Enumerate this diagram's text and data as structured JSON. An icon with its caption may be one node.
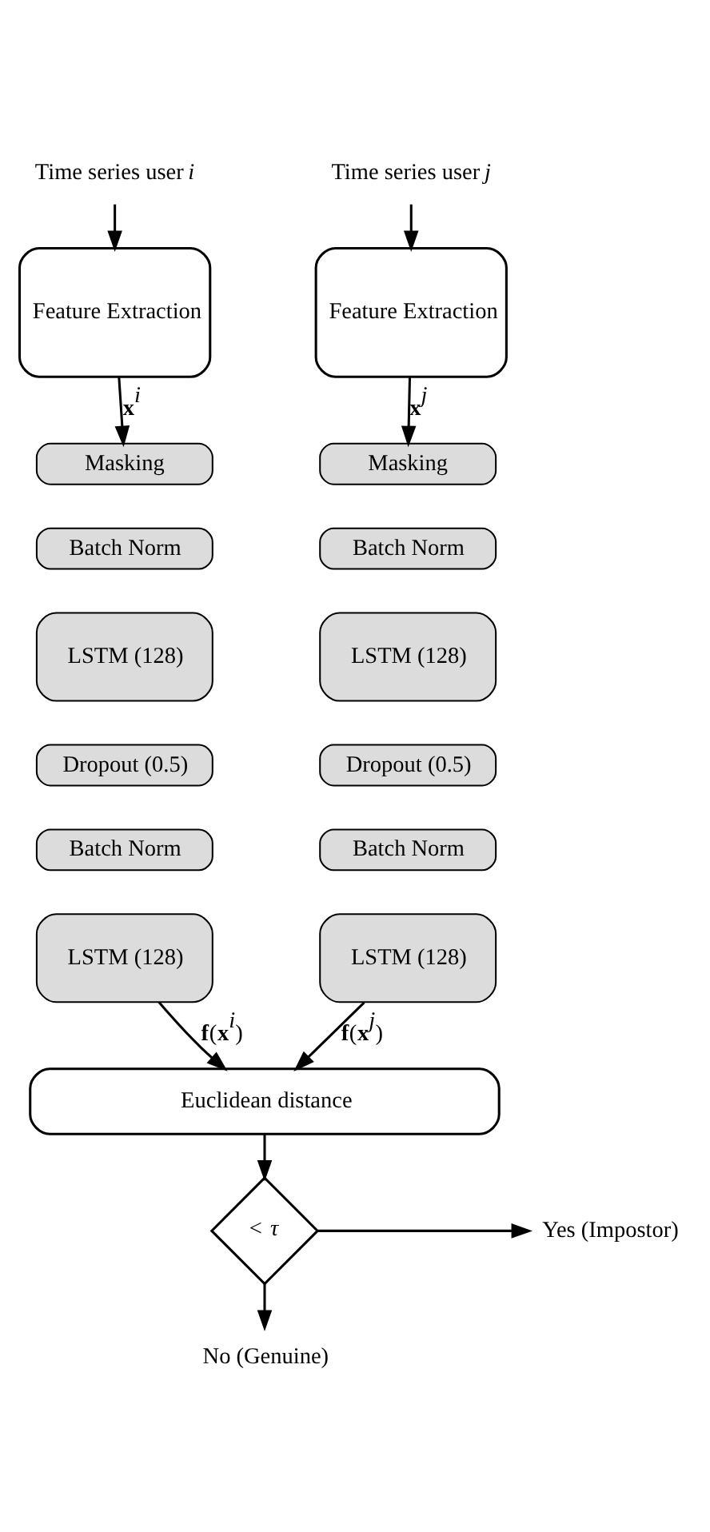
{
  "diagram": {
    "nodes": [
      {
        "text": [
          "Time series user *i*"
        ]
      },
      {
        "text": [
          "Time series user *j*"
        ]
      },
      {
        "text": [
          "Feature Extraction"
        ]
      },
      {
        "text": [
          "Feature Extraction"
        ]
      },
      {
        "text": [
          "Masking"
        ]
      },
      {
        "text": [
          "Masking"
        ]
      },
      {
        "text": [
          "Batch Norm"
        ]
      },
      {
        "text": [
          "Batch Norm"
        ]
      },
      {
        "text": [
          "LSTM (128)"
        ]
      },
      {
        "text": [
          "LSTM (128)"
        ]
      },
      {
        "text": [
          "Dropout (0.5)"
        ]
      },
      {
        "text": [
          "Dropout (0.5)"
        ]
      },
      {
        "text": [
          "Batch Norm"
        ]
      },
      {
        "text": [
          "Batch Norm"
        ]
      },
      {
        "text": [
          "LSTM (128)"
        ]
      },
      {
        "text": [
          "LSTM (128)"
        ]
      },
      {
        "text": [
          "Euclidean distance"
        ]
      },
      {
        "text": [
          "< *τ*"
        ]
      },
      {
        "text": [
          "Yes (Impostor)"
        ]
      },
      {
        "text": [
          "No (Genuine)"
        ]
      }
    ],
    "edges": [
      {
        "from": 0,
        "to": 2,
        "arrow": "to"
      },
      {
        "from": 1,
        "to": 3,
        "arrow": "to"
      },
      {
        "from": 2,
        "to": 4,
        "arrow": "to",
        "label": "**x**$^{i}$"
      },
      {
        "from": 3,
        "to": 5,
        "arrow": "to",
        "label": "**x**$^{j}$"
      },
      {
        "from": 14,
        "to": 16,
        "arrow": "to",
        "label": "**f**(**x**$^{i}$)"
      },
      {
        "from": 15,
        "to": 16,
        "arrow": "to",
        "label": "**f**(**x**$^{j}$)"
      },
      {
        "from": 16,
        "to": 17,
        "arrow": "to"
      },
      {
        "from": 17,
        "to": 18,
        "arrow": "to"
      },
      {
        "from": 17,
        "to": 19,
        "arrow": "to"
      }
    ]
  }
}
